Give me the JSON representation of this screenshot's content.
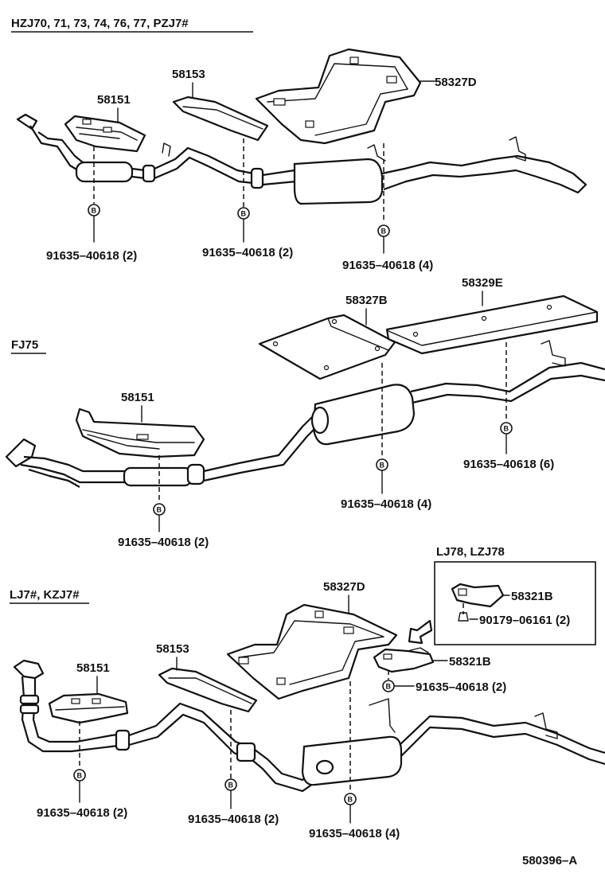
{
  "sections": {
    "top": "HZJ70, 71, 73, 74, 76, 77, PZJ7#",
    "middle": "FJ75",
    "bottom": "LJ7#, KZJ7#",
    "inset": "LJ78, LZJ78"
  },
  "bolt_mark": "B",
  "top": {
    "p58151": "58151",
    "p58153": "58153",
    "p58327D": "58327D",
    "bolt1": "91635–40618 (2)",
    "bolt2": "91635–40618 (2)",
    "bolt3": "91635–40618 (4)"
  },
  "middle": {
    "p58327B": "58327B",
    "p58329E": "58329E",
    "p58151": "58151",
    "bolt1": "91635–40618 (2)",
    "bolt2": "91635–40618 (4)",
    "bolt3": "91635–40618 (6)"
  },
  "bottom": {
    "p58327D": "58327D",
    "p58151": "58151",
    "p58153": "58153",
    "p58321B_a": "58321B",
    "p58321B_b": "58321B",
    "nut": "90179–06161 (2)",
    "bolt_inset": "91635–40618 (2)",
    "bolt1": "91635–40618 (2)",
    "bolt2": "91635–40618 (2)",
    "bolt3": "91635–40618 (4)"
  },
  "figure_code": "580396–A"
}
